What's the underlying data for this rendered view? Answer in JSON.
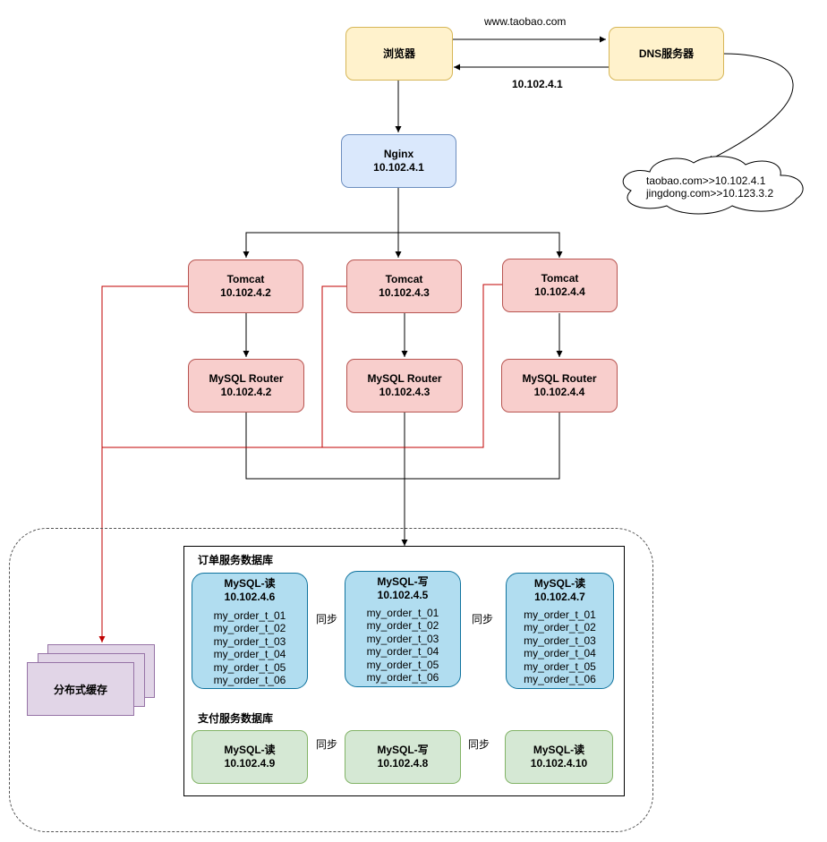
{
  "browser": {
    "label": "浏览器"
  },
  "dns": {
    "label": "DNS服务器",
    "query": "www.taobao.com",
    "response": "10.102.4.1"
  },
  "dns_records": [
    "taobao.com>>10.102.4.1",
    "jingdong.com>>10.123.3.2"
  ],
  "nginx": {
    "name": "Nginx",
    "ip": "10.102.4.1"
  },
  "tomcats": [
    {
      "name": "Tomcat",
      "ip": "10.102.4.2"
    },
    {
      "name": "Tomcat",
      "ip": "10.102.4.3"
    },
    {
      "name": "Tomcat",
      "ip": "10.102.4.4"
    }
  ],
  "routers": [
    {
      "name": "MySQL Router",
      "ip": "10.102.4.2"
    },
    {
      "name": "MySQL Router",
      "ip": "10.102.4.3"
    },
    {
      "name": "MySQL Router",
      "ip": "10.102.4.4"
    }
  ],
  "cache": {
    "label": "分布式缓存"
  },
  "order_db": {
    "title": "订单服务数据库",
    "sync_label": "同步",
    "nodes": [
      {
        "name": "MySQL-读",
        "ip": "10.102.4.6"
      },
      {
        "name": "MySQL-写",
        "ip": "10.102.4.5"
      },
      {
        "name": "MySQL-读",
        "ip": "10.102.4.7"
      }
    ],
    "tables": [
      "my_order_t_01",
      "my_order_t_02",
      "my_order_t_03",
      "my_order_t_04",
      "my_order_t_05",
      "my_order_t_06"
    ]
  },
  "pay_db": {
    "title": "支付服务数据库",
    "sync_label": "同步",
    "nodes": [
      {
        "name": "MySQL-读",
        "ip": "10.102.4.9"
      },
      {
        "name": "MySQL-写",
        "ip": "10.102.4.8"
      },
      {
        "name": "MySQL-读",
        "ip": "10.102.4.10"
      }
    ]
  }
}
